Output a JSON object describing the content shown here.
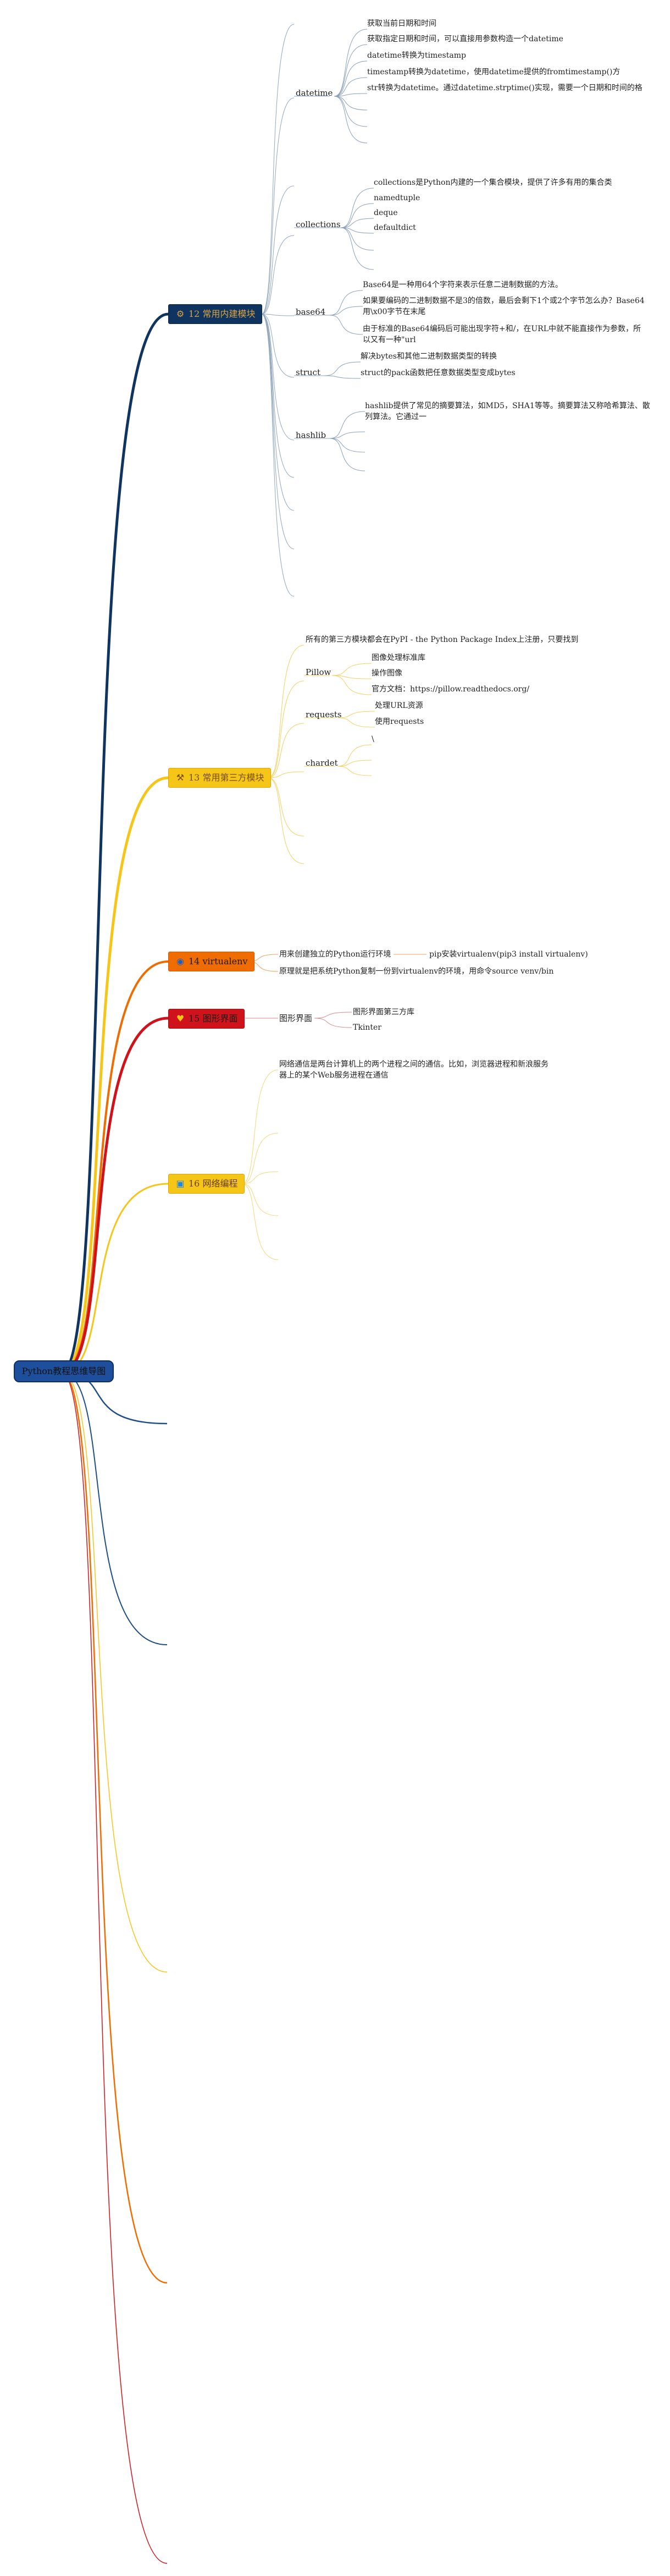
{
  "root": {
    "label": "Python教程思维导图"
  },
  "colors": {
    "navy": "#0f3460",
    "yellow": "#f5c518",
    "orange": "#ef6c00",
    "red": "#d0121b",
    "blue_line": "#1f4e85"
  },
  "branches": {
    "b12": {
      "label": "12 常用内建模块",
      "icon": "gear-icon",
      "datetime": {
        "label": "datetime",
        "items": [
          "获取当前日期和时间",
          "获取指定日期和时间，可以直接用参数构造一个datetime",
          "datetime转换为timestamp",
          "timestamp转换为datetime，使用datetime提供的fromtimestamp()方",
          "str转换为datetime。通过datetime.strptime()实现，需要一个日期和时间的格"
        ]
      },
      "collections": {
        "label": "collections",
        "items": [
          "collections是Python内建的一个集合模块，提供了许多有用的集合类",
          "namedtuple",
          "deque",
          "defaultdict"
        ]
      },
      "base64": {
        "label": "base64",
        "items": [
          [
            "Base64是一种用64个字符来表示任意二进制数据的方法。"
          ],
          [
            "如果要编码的二进制数据不是3的倍数，最后会剩下1个或2个字节怎么办？Base64",
            "用\\x00字节在末尾"
          ],
          [
            "由于标准的Base64编码后可能出现字符+和/，在URL中就不能直接作为参数，所",
            "以又有一种\"url"
          ]
        ]
      },
      "struct": {
        "label": "struct",
        "items": [
          "解决bytes和其他二进制数据类型的转换",
          "struct的pack函数把任意数据类型变成bytes"
        ]
      },
      "hashlib": {
        "label": "hashlib",
        "items": [
          [
            "hashlib提供了常见的摘要算法，如MD5，SHA1等等。摘要算法又称哈希算法、散",
            "列算法。它通过一"
          ]
        ]
      }
    },
    "b13": {
      "label": "13 常用第三方模块",
      "icon": "hammer-icon",
      "intro": "所有的第三方模块都会在PyPI - the Python Package Index上注册，只要找到",
      "pillow": {
        "label": "Pillow",
        "items": [
          "图像处理标准库",
          "操作图像",
          "官方文档：https://pillow.readthedocs.org/"
        ]
      },
      "requests": {
        "label": "requests",
        "items": [
          "处理URL资源",
          "使用requests"
        ]
      },
      "chardet": {
        "label": "chardet",
        "items": [
          "\\"
        ]
      }
    },
    "b14": {
      "label": "14 virtualenv",
      "icon": "globe-icon",
      "items": [
        "用来创建独立的Python运行环境",
        "原理就是把系统Python复制一份到virtualenv的环境，用命令source venv/bin"
      ],
      "sub": "pip安装virtualenv(pip3 install virtualenv)"
    },
    "b15": {
      "label": "15 图形界面",
      "icon": "heart-icon",
      "sub_label": "图形界面",
      "items": [
        "图形界面第三方库",
        "Tkinter"
      ]
    },
    "b16": {
      "label": "16 网络编程",
      "icon": "photo-icon",
      "desc": [
        "网络通信是两台计算机上的两个进程之间的通信。比如，浏览器进程和新浪服务",
        "器上的某个Web服务进程在通信"
      ]
    }
  }
}
